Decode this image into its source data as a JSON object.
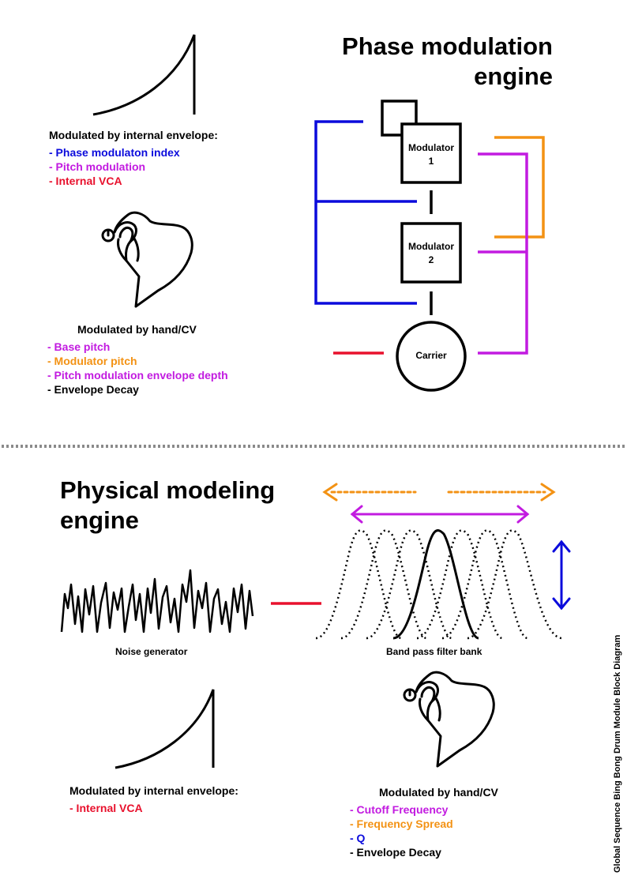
{
  "phase": {
    "title_line1": "Phase modulation",
    "title_line2": "engine",
    "env_heading": "Modulated by internal envelope:",
    "env_items": [
      {
        "text": "- Phase modulaton index",
        "color": "#0b0bdc"
      },
      {
        "text": "- Pitch modulation",
        "color": "#c21be0"
      },
      {
        "text": "- Internal VCA",
        "color": "#e8112d"
      }
    ],
    "hand_heading": "Modulated by hand/CV",
    "hand_items": [
      {
        "text": "- Base pitch",
        "color": "#c21be0"
      },
      {
        "text": "- Modulator pitch",
        "color": "#f39214"
      },
      {
        "text": "- Pitch modulation envelope depth",
        "color": "#c21be0"
      },
      {
        "text": "- Envelope Decay",
        "color": "#000000"
      }
    ],
    "modulator1_line1": "Modulator",
    "modulator1_line2": "1",
    "modulator2_line1": "Modulator",
    "modulator2_line2": "2",
    "carrier": "Carrier"
  },
  "physical": {
    "title_line1": "Physical modeling",
    "title_line2": "engine",
    "noise_caption": "Noise generator",
    "filter_caption": "Band pass filter bank",
    "env_heading": "Modulated by internal envelope:",
    "env_items": [
      {
        "text": "- Internal VCA",
        "color": "#e8112d"
      }
    ],
    "hand_heading": "Modulated by hand/CV",
    "hand_items": [
      {
        "text": "- Cutoff Frequency",
        "color": "#c21be0"
      },
      {
        "text": "- Frequency Spread",
        "color": "#f39214"
      },
      {
        "text": "- Q",
        "color": "#0b0bdc"
      },
      {
        "text": "- Envelope Decay",
        "color": "#000000"
      }
    ]
  },
  "side_caption": "Global Sequence Bing Bong Drum Module Block Diagram",
  "colors": {
    "blue": "#0b0bdc",
    "magenta": "#c21be0",
    "orange": "#f39214",
    "red": "#e8112d",
    "divider": "#8a8a8a"
  },
  "icons": [
    "envelope-curve-icon",
    "hand-knob-icon",
    "noise-waveform-icon",
    "bandpass-filters-icon"
  ]
}
